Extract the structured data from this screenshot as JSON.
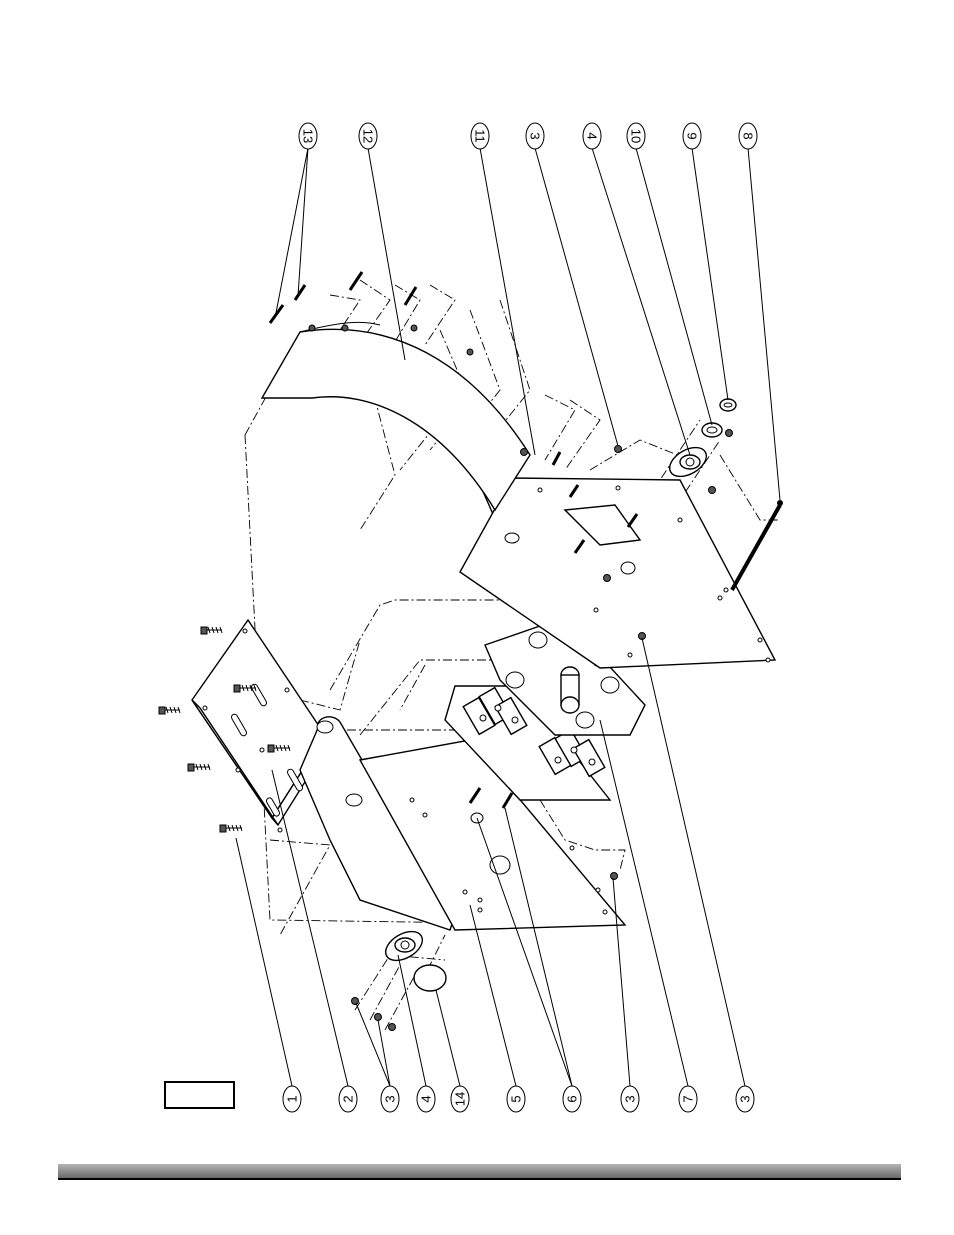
{
  "callouts": [
    {
      "id": "c1",
      "label": "1"
    },
    {
      "id": "c2",
      "label": "2"
    },
    {
      "id": "c3a",
      "label": "3"
    },
    {
      "id": "c4a",
      "label": "4"
    },
    {
      "id": "c14",
      "label": "14"
    },
    {
      "id": "c5",
      "label": "5"
    },
    {
      "id": "c6",
      "label": "6"
    },
    {
      "id": "c3b",
      "label": "3"
    },
    {
      "id": "c7",
      "label": "7"
    },
    {
      "id": "c3c",
      "label": "3"
    },
    {
      "id": "c13",
      "label": "13"
    },
    {
      "id": "c12",
      "label": "12"
    },
    {
      "id": "c11",
      "label": "11"
    },
    {
      "id": "c3d",
      "label": "3"
    },
    {
      "id": "c4b",
      "label": "4"
    },
    {
      "id": "c10",
      "label": "10"
    },
    {
      "id": "c9",
      "label": "9"
    },
    {
      "id": "c8",
      "label": "8"
    }
  ],
  "colors": {
    "line": "#000000",
    "background": "#ffffff",
    "bar_light": "#b5b5b5",
    "bar_dark": "#6a6a6a"
  }
}
